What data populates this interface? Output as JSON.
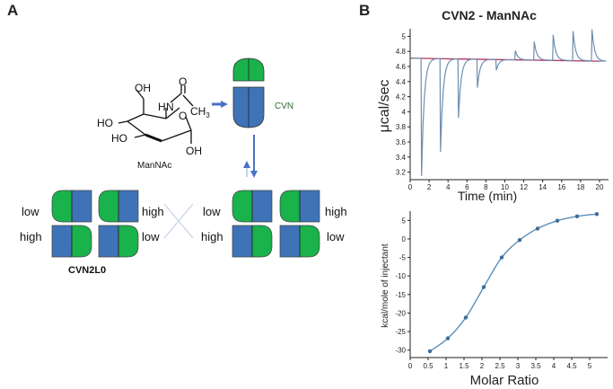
{
  "panel_a": {
    "label": "A",
    "molecule_label": "ManNAc",
    "atoms": {
      "oh_top": "OH",
      "o_carbonyl": "O",
      "ho_left": "HO",
      "ho_lower": "HO",
      "nh": "N",
      "h": "H",
      "ch3": "CH",
      "ch3_sub": "3",
      "ring_o": "O",
      "oh_bottom": "OH"
    },
    "cvn_label": "CVN",
    "construct_label": "CVN2L0",
    "left_pair_labels": {
      "top_left": "low",
      "top_right": "high",
      "bottom_left": "high",
      "bottom_right": "low"
    },
    "right_pair_labels": {
      "top_left": "low",
      "top_right": "high",
      "bottom_left": "high",
      "bottom_right": "low"
    },
    "colors": {
      "green": "#19b24b",
      "blue": "#3f73b8",
      "arrow": "#4a72c4",
      "cross": "#c5d3ea",
      "cvn_text": "#2e6b2e"
    }
  },
  "panel_b": {
    "label": "B",
    "colors": {
      "trace": "#6e8fae",
      "baseline": "#b0325c",
      "fit": "#5b8fba",
      "points": "#3d6d98"
    }
  },
  "chart_data": [
    {
      "type": "line",
      "title": "CVN2 - ManNAc",
      "xlabel": "Time (min)",
      "ylabel": "μcal/sec",
      "xlim": [
        0,
        20
      ],
      "ylim": [
        3.1,
        5.1
      ],
      "x_ticks": [
        0,
        2,
        4,
        6,
        8,
        10,
        12,
        14,
        16,
        18,
        20
      ],
      "y_ticks": [
        3.2,
        3.4,
        3.6,
        3.8,
        4.0,
        4.2,
        4.4,
        4.6,
        4.8,
        5.0
      ],
      "x_tick_labels": [
        "0",
        "2",
        "4",
        "6",
        "8",
        "10",
        "12",
        "14",
        "16",
        "18",
        "20"
      ],
      "y_tick_labels": [
        "3.2",
        "3.4",
        "3.6",
        "3.8",
        "4",
        "4.2",
        "4.4",
        "4.6",
        "4.8",
        "5"
      ],
      "baseline_start": 4.71,
      "baseline_end": 4.67,
      "injections": [
        {
          "t": 1.2,
          "peak": 3.15
        },
        {
          "t": 3.2,
          "peak": 3.47
        },
        {
          "t": 5.1,
          "peak": 3.92
        },
        {
          "t": 7.1,
          "peak": 4.32
        },
        {
          "t": 9.1,
          "peak": 4.55
        },
        {
          "t": 11.1,
          "peak": 4.81
        },
        {
          "t": 13.1,
          "peak": 4.93
        },
        {
          "t": 15.1,
          "peak": 5.02
        },
        {
          "t": 17.2,
          "peak": 5.07
        },
        {
          "t": 19.2,
          "peak": 5.09
        }
      ],
      "grid": false
    },
    {
      "type": "line",
      "title": "",
      "xlabel": "Molar Ratio",
      "ylabel": "kcal/mole of injectant",
      "xlim": [
        0,
        5.5
      ],
      "ylim": [
        -32,
        7.5
      ],
      "x_ticks": [
        0,
        0.5,
        1,
        1.5,
        2,
        2.5,
        3,
        3.5,
        4,
        4.5,
        5
      ],
      "y_ticks": [
        -30,
        -25,
        -20,
        -15,
        -10,
        -5,
        0,
        5
      ],
      "x_tick_labels": [
        "0",
        "0.5",
        "1",
        "1.5",
        "2",
        "2.5",
        "3",
        "3.5",
        "4",
        "4.5",
        "5"
      ],
      "y_tick_labels": [
        "-30",
        "-25",
        "-20",
        "-15",
        "-10",
        "-5",
        "0",
        "5"
      ],
      "x": [
        0.55,
        1.05,
        1.55,
        2.05,
        2.55,
        3.05,
        3.55,
        4.1,
        4.65,
        5.2
      ],
      "y": [
        -30.3,
        -26.8,
        -21.2,
        -13.0,
        -5.0,
        -0.3,
        2.8,
        4.9,
        6.1,
        6.7
      ],
      "grid": false
    }
  ]
}
